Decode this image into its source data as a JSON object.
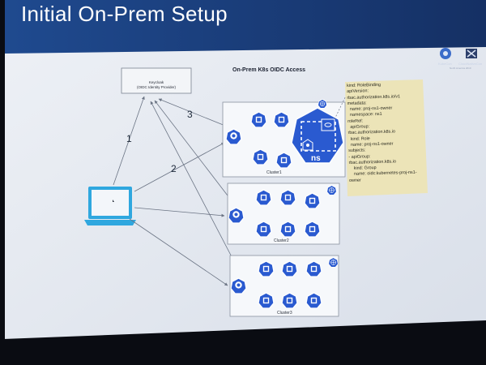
{
  "slide": {
    "title": "Initial On-Prem Setup",
    "diagram_title": "On-Prem K8s OIDC Access"
  },
  "keycloak": {
    "line1": "Keycloak",
    "line2": "(OIDC Identity Provider)"
  },
  "steps": [
    "1",
    "2",
    "3"
  ],
  "clusters": [
    "Cluster1",
    "Cluster2",
    "Cluster3"
  ],
  "namespace_label": "ns",
  "yaml_lines": [
    "kind: RoleBinding",
    "apiVersion:",
    "rbac.authorization.k8s.io/v1",
    "metadata:",
    "  name: proj-ns1-owner",
    "  namespace: ns1",
    "roleRef:",
    "  apiGroup:",
    "rbac.authorization.k8s.io",
    "  kind: Role",
    "  name: proj-ns1-owner",
    "subjects:",
    "- apiGroup:",
    "rbac.authorization.k8s.io",
    "    kind: Group",
    "    name: oidc:kubernetes-proj-ns1-",
    "owner"
  ],
  "logos": {
    "kubecon": "KubeCon",
    "cloudnativecon": "CloudNativeCon",
    "subtitle": "North America 2019"
  },
  "colors": {
    "slide_bg": "#e9edf3",
    "title_bar": "#1c3f7c",
    "k8s_blue": "#2a5ad0",
    "yaml_bg": "#ece4b8"
  }
}
